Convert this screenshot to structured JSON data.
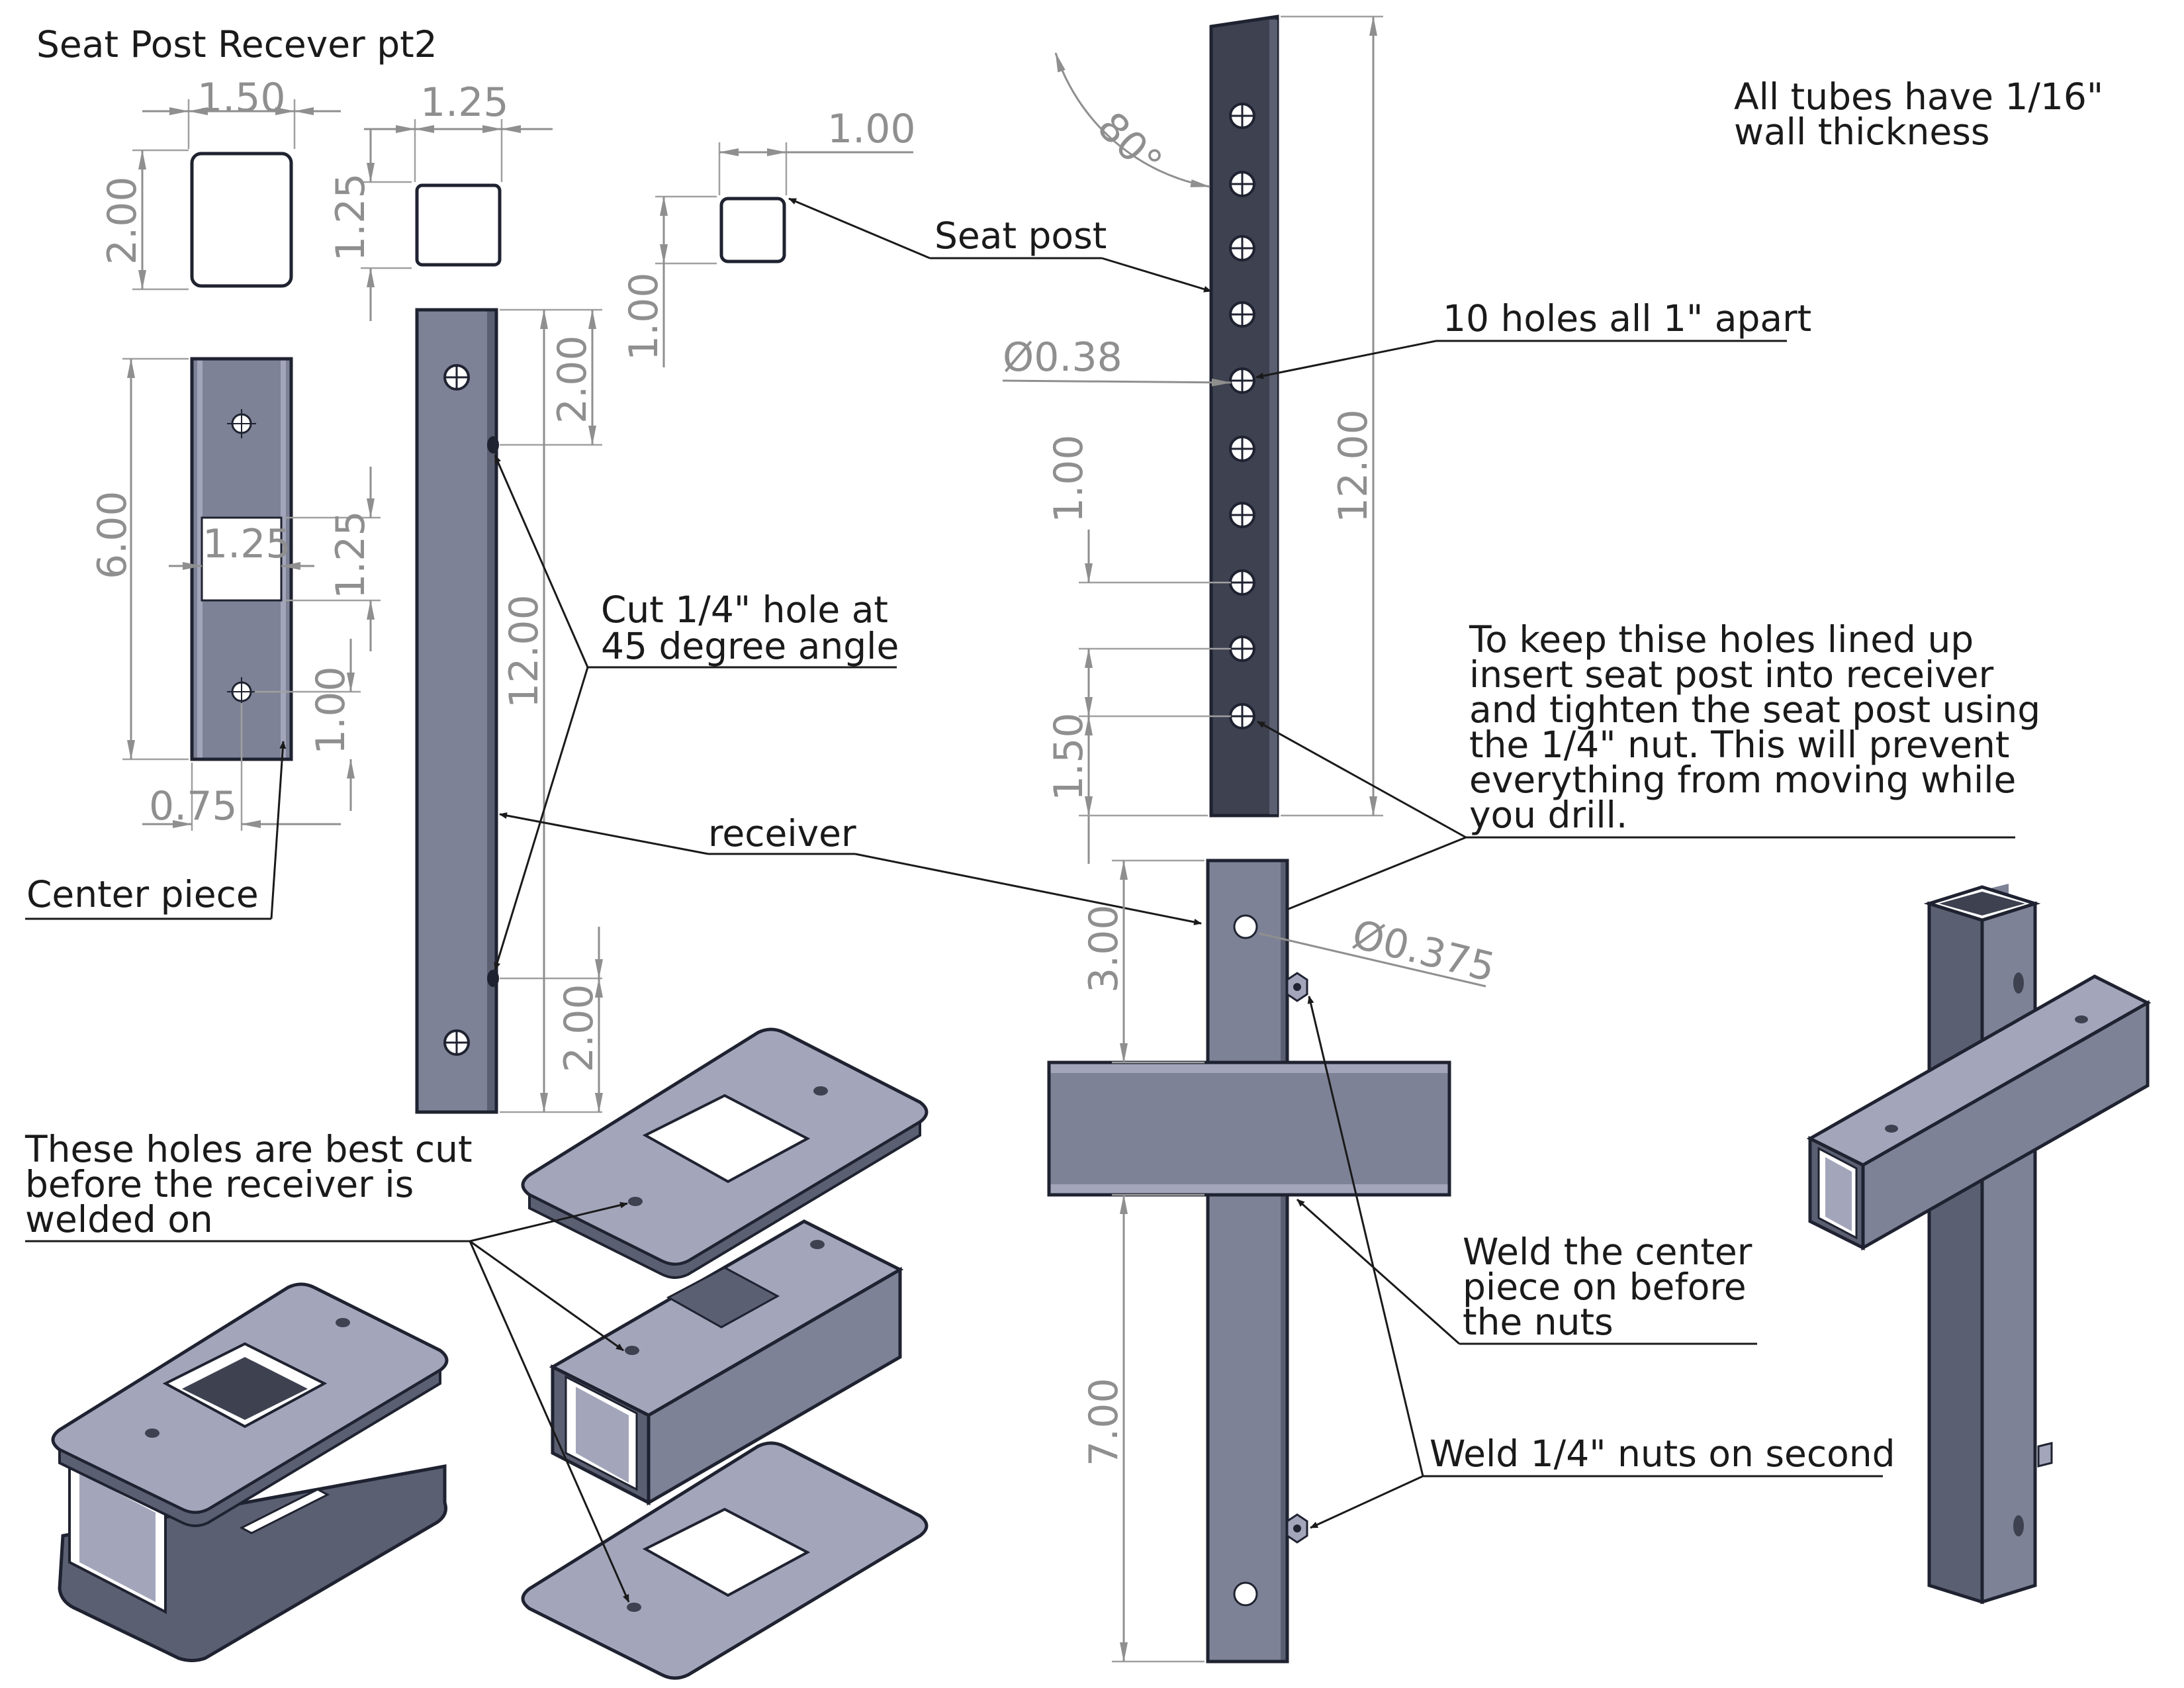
{
  "title": "Seat Post Recever pt2",
  "notes": {
    "wall_thickness_line1": "All tubes have 1/16\"",
    "wall_thickness_line2": "wall thickness",
    "seat_post": "Seat post",
    "ten_holes": "10 holes all 1\" apart",
    "cut_hole_line1": "Cut 1/4\" hole at",
    "cut_hole_line2": "45 degree angle",
    "receiver": "receiver",
    "center_piece": "Center piece",
    "alignment_line1": "To keep thise holes lined up",
    "alignment_line2": "insert seat post into receiver",
    "alignment_line3": "and tighten the seat post using",
    "alignment_line4": "the 1/4\" nut. This will prevent",
    "alignment_line5": "everything from moving while",
    "alignment_line6": "you drill.",
    "holes_line1": "These holes are best cut",
    "holes_line2": "before the receiver is",
    "holes_line3": "welded on",
    "weld_center_line1": "Weld the center",
    "weld_center_line2": "piece on before",
    "weld_center_line3": "the nuts",
    "weld_nuts": "Weld 1/4\" nuts on second"
  },
  "dimensions": {
    "center_width": "1.50",
    "center_height": "2.00",
    "center_length": "6.00",
    "center_window_width": "1.25",
    "center_window_height": "1.25",
    "center_hole_offset": "1.00",
    "center_hole_from_edge": "0.75",
    "receiver_section": "1.25",
    "receiver_section_height": "1.25",
    "receiver_top_hole": "2.00",
    "receiver_length": "12.00",
    "receiver_bottom_hole": "2.00",
    "seatpost_section": "1.00",
    "seatpost_section_height": "1.00",
    "seatpost_angle": "80°",
    "seatpost_hole_dia": "Ø0.38",
    "seatpost_length": "12.00",
    "seatpost_spacing": "1.00",
    "seatpost_first_hole": "1.50",
    "receiver_hole_dia": "Ø0.375",
    "assembly_top": "3.00",
    "assembly_bottom": "7.00"
  },
  "colors": {
    "steel": "#7e8296",
    "steel_light": "#a3a6bb",
    "steel_dark": "#5b5f72",
    "dimension": "#8f8f8f",
    "ink": "#1a1a1a"
  }
}
